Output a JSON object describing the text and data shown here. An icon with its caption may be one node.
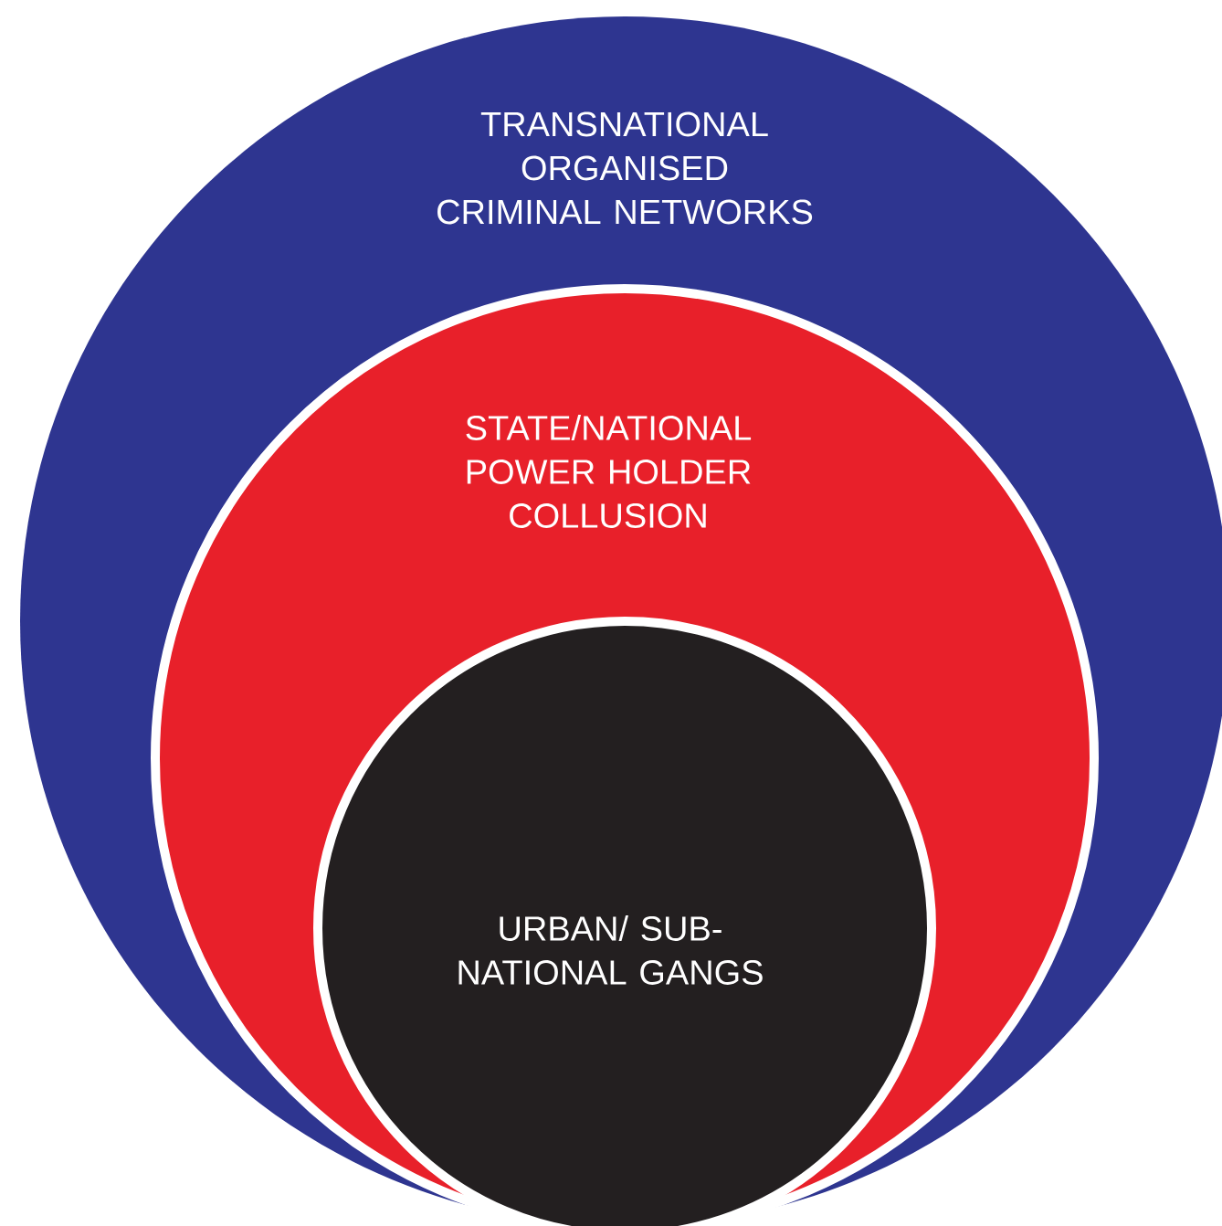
{
  "diagram": {
    "nodes": [
      {
        "text": [
          "TRANSNATIONAL ORGANISED CRIMINAL NETWORKS"
        ]
      },
      {
        "text": [
          "STATE/NATIONAL POWER HOLDER COLLUSION"
        ],
        "in": 0
      },
      {
        "text": [
          "URBAN/ SUB-NATIONAL GANGS"
        ],
        "in": 1
      }
    ]
  }
}
